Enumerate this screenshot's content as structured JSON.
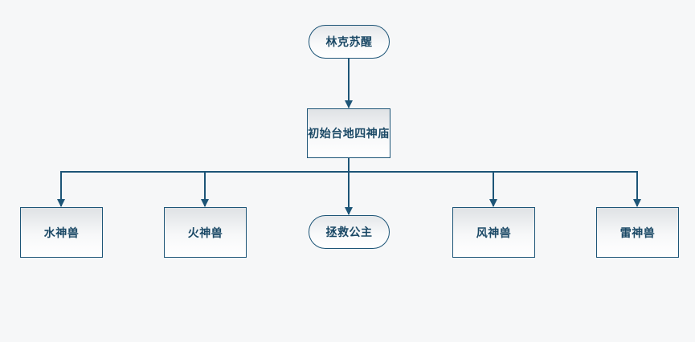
{
  "diagram": {
    "nodes": {
      "start": {
        "label": "林克苏醒",
        "shape": "rounded"
      },
      "temple": {
        "label": "初始台地四神庙",
        "shape": "rectangle"
      },
      "water": {
        "label": "水神兽",
        "shape": "rectangle"
      },
      "fire": {
        "label": "火神兽",
        "shape": "rectangle"
      },
      "rescue": {
        "label": "拯救公主",
        "shape": "rounded"
      },
      "wind": {
        "label": "风神兽",
        "shape": "rectangle"
      },
      "thunder": {
        "label": "雷神兽",
        "shape": "rectangle"
      }
    },
    "edges": [
      {
        "from": "start",
        "to": "temple"
      },
      {
        "from": "temple",
        "to": "water"
      },
      {
        "from": "temple",
        "to": "fire"
      },
      {
        "from": "temple",
        "to": "rescue"
      },
      {
        "from": "temple",
        "to": "wind"
      },
      {
        "from": "temple",
        "to": "thunder"
      }
    ],
    "colors": {
      "line": "#1d5577",
      "text": "#1b4966",
      "background": "#f6f7f8"
    }
  }
}
